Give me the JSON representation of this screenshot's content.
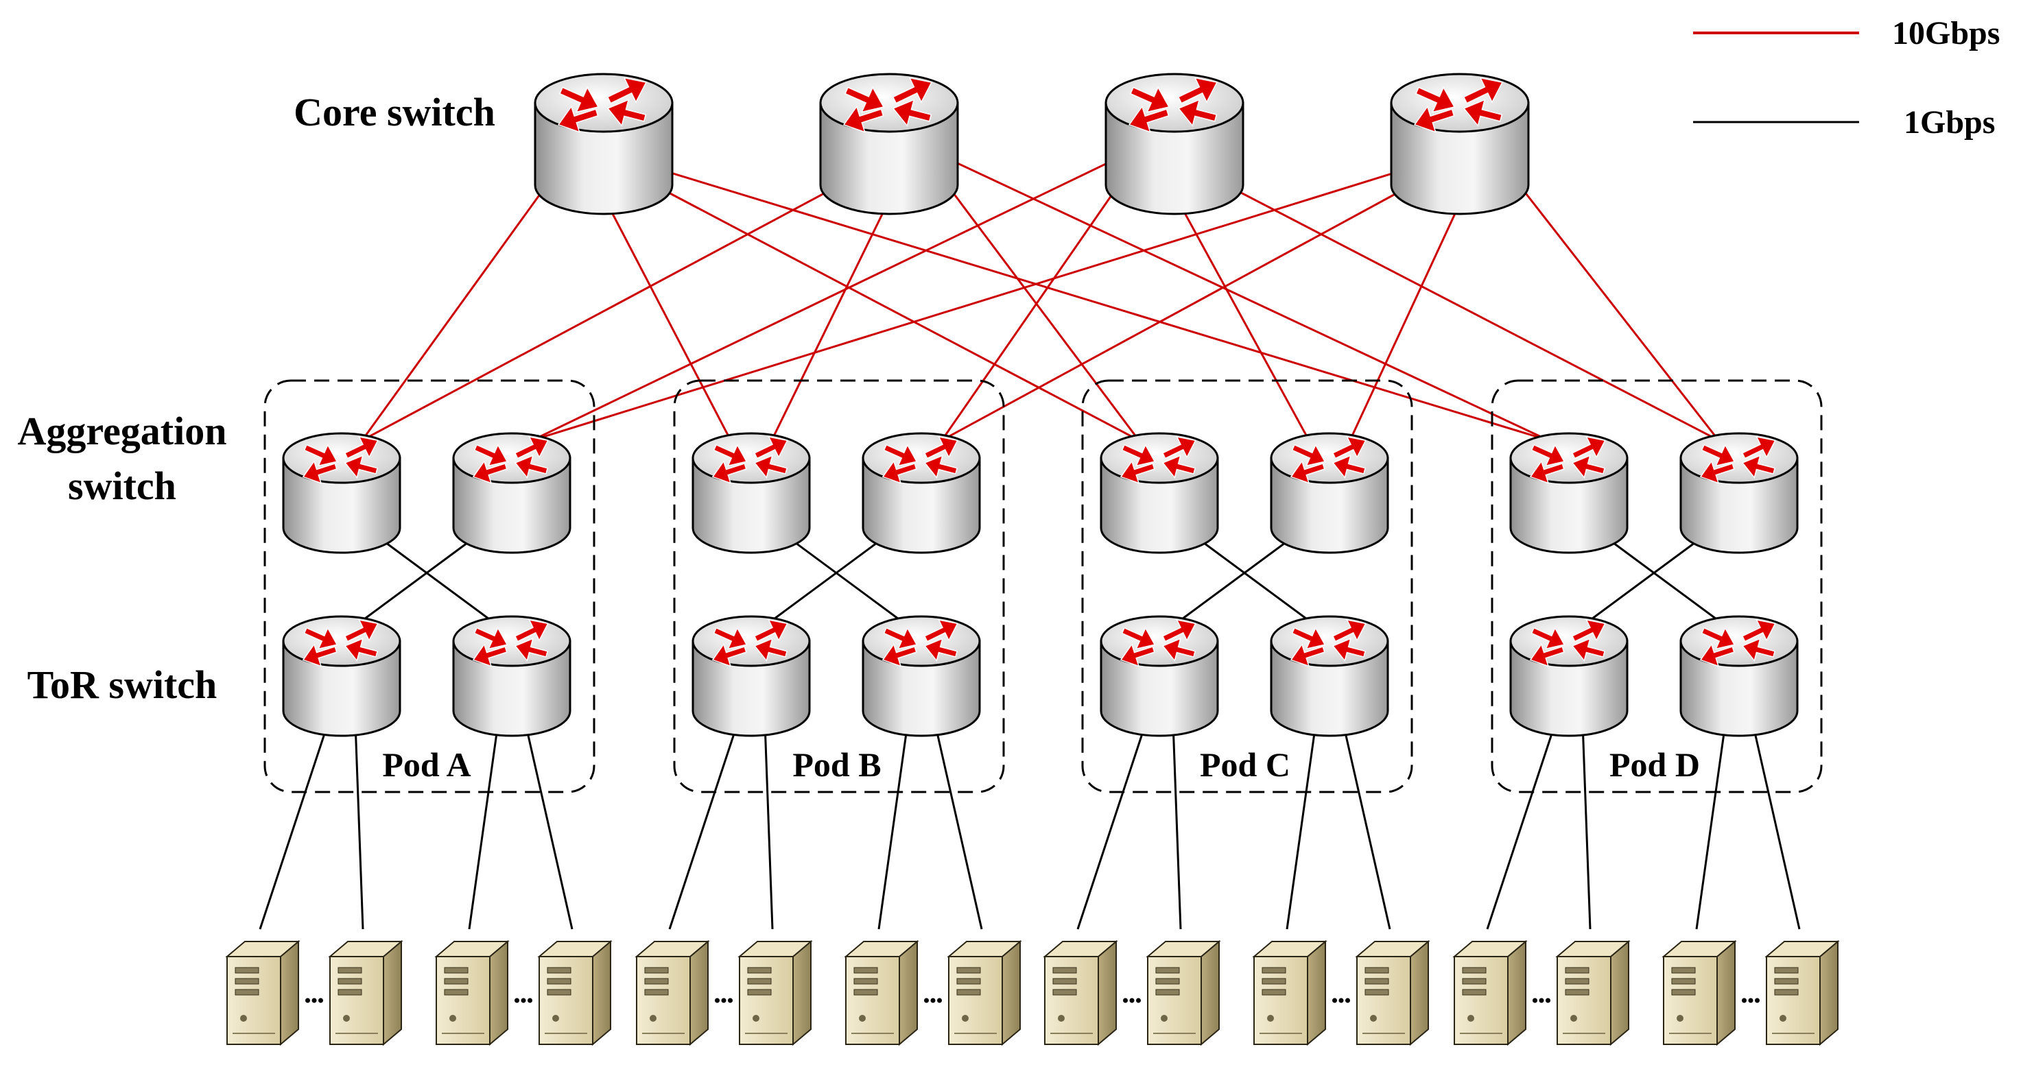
{
  "labels": {
    "core": "Core switch",
    "aggregation_line1": "Aggregation",
    "aggregation_line2": "switch",
    "tor": "ToR switch"
  },
  "pods": [
    {
      "id": "a",
      "label": "Pod A"
    },
    {
      "id": "b",
      "label": "Pod B"
    },
    {
      "id": "c",
      "label": "Pod C"
    },
    {
      "id": "d",
      "label": "Pod D"
    }
  ],
  "legend": [
    {
      "label": "10Gbps",
      "color": "#cc0000"
    },
    {
      "label": "1Gbps",
      "color": "#000000"
    }
  ],
  "colors": {
    "link_10g": "#cc0000",
    "link_1g": "#000000",
    "arrow": "#e00000",
    "switch_body": "#d4d4d4",
    "server_body": "#e9dfbf"
  },
  "icons": {
    "switch": "router-switch-icon",
    "server": "server-tower-icon"
  }
}
